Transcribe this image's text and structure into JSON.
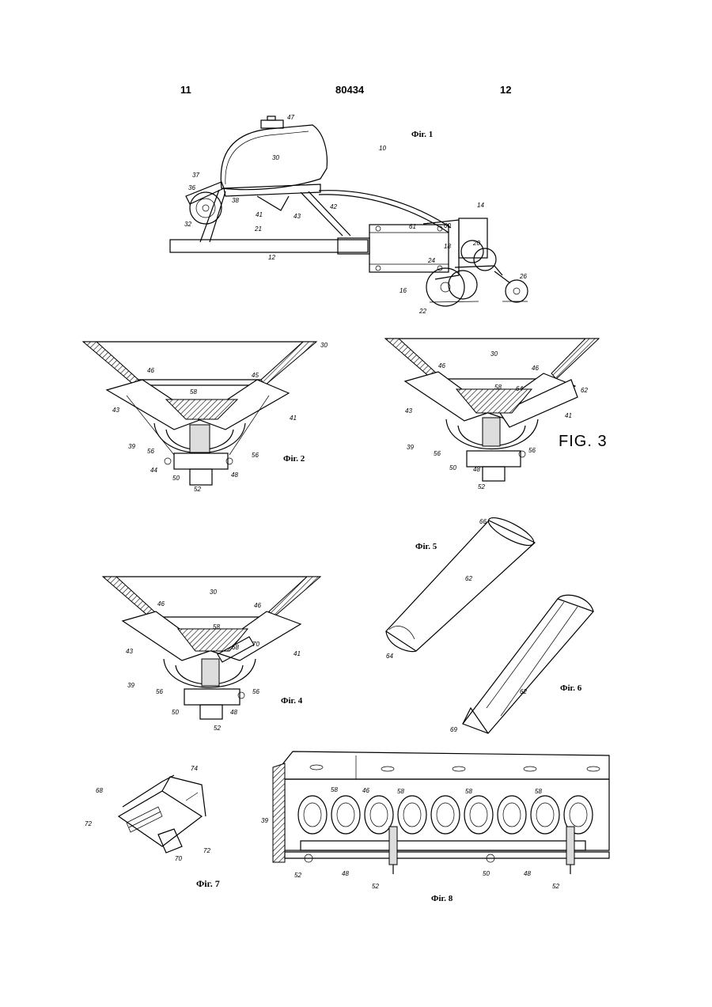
{
  "header": {
    "left_page": "11",
    "patent_number": "80434",
    "right_page": "12"
  },
  "figures": {
    "fig1": {
      "caption": "Фіг. 1",
      "labels": [
        "47",
        "30",
        "10",
        "37",
        "36",
        "38",
        "41",
        "43",
        "42",
        "14",
        "32",
        "21",
        "61",
        "60",
        "20",
        "18",
        "24",
        "12",
        "16",
        "26",
        "22"
      ]
    },
    "fig2": {
      "caption": "Фіг. 2",
      "labels": [
        "30",
        "46",
        "45",
        "58",
        "43",
        "41",
        "39",
        "56",
        "56",
        "44",
        "50",
        "48",
        "52"
      ]
    },
    "fig3": {
      "caption": "FIG. 3",
      "labels": [
        "30",
        "46",
        "46",
        "58",
        "64",
        "62",
        "43",
        "41",
        "39",
        "56",
        "56",
        "50",
        "48",
        "52"
      ]
    },
    "fig4": {
      "caption": "Фіг. 4",
      "labels": [
        "30",
        "46",
        "46",
        "58",
        "68",
        "70",
        "43",
        "41",
        "39",
        "56",
        "56",
        "50",
        "48",
        "52"
      ]
    },
    "fig5": {
      "caption": "Фіг. 5",
      "labels": [
        "66",
        "62",
        "64"
      ]
    },
    "fig6": {
      "caption": "Фіг. 6",
      "labels": [
        "62",
        "69"
      ]
    },
    "fig7": {
      "caption": "Фіг. 7",
      "labels": [
        "74",
        "68",
        "72",
        "72",
        "70"
      ]
    },
    "fig8": {
      "caption": "Фіг. 8",
      "labels": [
        "58",
        "46",
        "58",
        "58",
        "58",
        "39",
        "52",
        "48",
        "52",
        "50",
        "48",
        "52"
      ]
    }
  }
}
